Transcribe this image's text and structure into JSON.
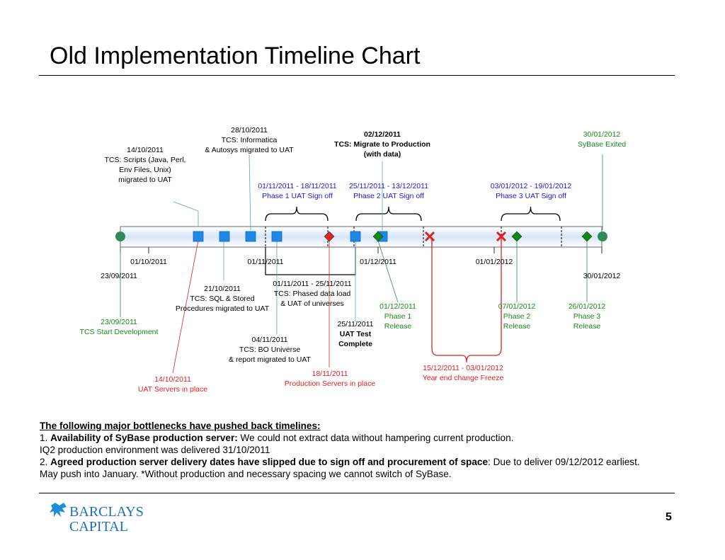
{
  "title": "Old Implementation Timeline Chart",
  "colors": {
    "grey_marker": "#2e8b57",
    "blue_marker": "#1e88e5",
    "green_marker": "#0c8a0c",
    "red": "#e02020",
    "blue_text": "#1a1adf",
    "green_text": "#1a8a1a"
  },
  "timeline": {
    "month_ticks": [
      "01/10/2011",
      "01/11/2011",
      "01/12/2011",
      "01/01/2012"
    ],
    "start_label": "23/09/2011",
    "end_label": "30/01/2012"
  },
  "callouts": [
    {
      "id": "scripts-uat",
      "color": "black",
      "lines": [
        "14/10/2011",
        "TCS: Scripts (Java, Perl,",
        "Env Files, Unix)",
        "migrated to UAT"
      ]
    },
    {
      "id": "informatica-uat",
      "color": "black",
      "lines": [
        "28/10/2011",
        "TCS: Informatica",
        "& Autosys migrated to UAT"
      ]
    },
    {
      "id": "migrate-production",
      "color": "black",
      "bold": true,
      "lines": [
        "02/12/2011",
        "TCS: Migrate to Production",
        "(with data)"
      ]
    },
    {
      "id": "sybase-exited",
      "color": "green",
      "lines": [
        "30/01/2012",
        "SyBase Exited"
      ]
    },
    {
      "id": "phase1-signoff",
      "color": "blue",
      "lines": [
        "01/11/2011 - 18/11/2011",
        "Phase 1 UAT Sign off"
      ]
    },
    {
      "id": "phase2-signoff",
      "color": "blue",
      "lines": [
        "25/11/2011 - 13/12/2011",
        "Phase 2 UAT Sign off"
      ]
    },
    {
      "id": "phase3-signoff",
      "color": "blue",
      "lines": [
        "03/01/2012 - 19/01/2012",
        "Phase 3 UAT Sign off"
      ]
    },
    {
      "id": "sql-stored",
      "color": "black",
      "lines": [
        "21/10/2011",
        "TCS: SQL & Stored",
        "Procedures migrated to UAT"
      ]
    },
    {
      "id": "phased-data-load",
      "color": "black",
      "lines": [
        "01/11/2011 - 25/11/2011",
        "TCS: Phased data load",
        "& UAT of universes"
      ]
    },
    {
      "id": "start-development",
      "color": "green",
      "lines": [
        "23/09/2011",
        "TCS Start Development"
      ]
    },
    {
      "id": "bo-universe",
      "color": "black",
      "lines": [
        "04/11/2011",
        "TCS: BO Universe",
        "& report migrated to UAT"
      ]
    },
    {
      "id": "uat-test-complete",
      "color": "black",
      "bold_from": 1,
      "lines": [
        "25/11/2011",
        "UAT Test",
        "Complete"
      ]
    },
    {
      "id": "phase1-release",
      "color": "green",
      "lines": [
        "01/12/2011",
        "Phase 1",
        "Release"
      ]
    },
    {
      "id": "phase2-release",
      "color": "green",
      "lines": [
        "07/01/2012",
        "Phase 2",
        "Release"
      ]
    },
    {
      "id": "phase3-release",
      "color": "green",
      "lines": [
        "26/01/2012",
        "Phase 3",
        "Release"
      ]
    },
    {
      "id": "uat-servers",
      "color": "red",
      "lines": [
        "14/10/2011",
        "UAT Servers in place"
      ]
    },
    {
      "id": "production-servers",
      "color": "red",
      "lines": [
        "18/11/2011",
        "Production Servers in place"
      ]
    },
    {
      "id": "year-end-freeze",
      "color": "red",
      "lines": [
        "15/12/2011 - 03/01/2012",
        "Year end change Freeze"
      ]
    }
  ],
  "bottlenecks": {
    "heading": "The following major bottlenecks have pushed back timelines:",
    "item1_num": "1. ",
    "item1_bold": "Availability of SyBase production server:",
    "item1_rest": " We could not extract data without hampering current production.",
    "item1_line2": "IQ2 production environment was delivered 31/10/2011",
    "item2_num": "2. ",
    "item2_bold": "Agreed production server delivery dates have slipped due to sign off and procurement of space",
    "item2_rest": ": Due to deliver  09/12/2012 earliest.",
    "item2_line2": "May push into January. *Without production and necessary spacing we cannot switch of SyBase."
  },
  "logo": {
    "line1": "BARCLAYS",
    "line2": "CAPITAL",
    "icon": "eagle-icon"
  },
  "page_number": "5"
}
